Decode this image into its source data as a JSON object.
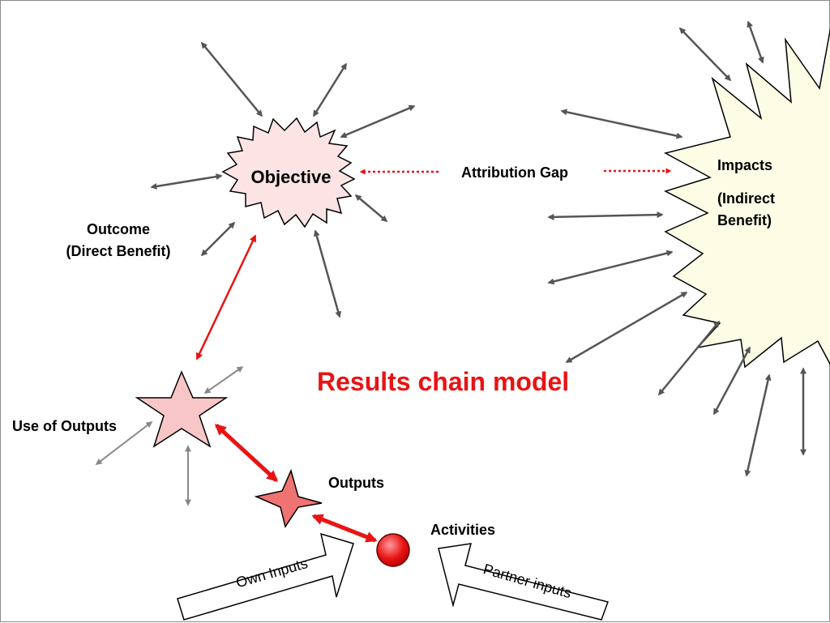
{
  "title": "Results chain model",
  "nodes": {
    "objective": "Objective",
    "attribution_gap": "Attribution Gap",
    "impacts": "Impacts",
    "impacts_sub_line1": "(Indirect",
    "impacts_sub_line2": "Benefit)",
    "outcome_line1": "Outcome",
    "outcome_line2": "(Direct Benefit)",
    "use_of_outputs": "Use of Outputs",
    "outputs": "Outputs",
    "activities": "Activities",
    "own_inputs": "Own Inputs",
    "partner_inputs": "Partner inputs"
  },
  "colors": {
    "accent_red": "#e81414",
    "objective_fill": "#fde4e4",
    "impacts_fill": "#fdfde6",
    "use_star_fill": "#f8c6c6",
    "outputs_star_fill": "#ef7373",
    "activities_fill": "#e81414",
    "gray_arrow": "#555555"
  }
}
